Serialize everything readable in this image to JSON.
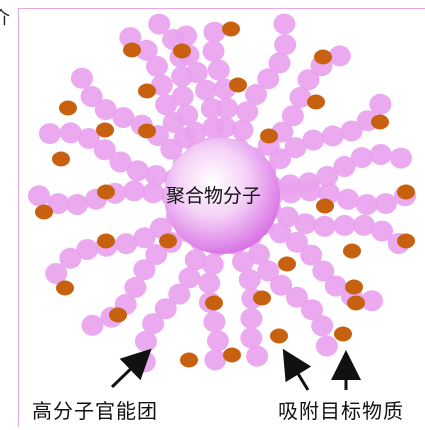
{
  "labels": {
    "core": "聚合物分子",
    "functional_groups": "高分子官能团",
    "adsorbed_targets": "吸附目标物质",
    "corner_fragment": "介"
  },
  "colors": {
    "bead": "#e9a2ef",
    "bead_stroke": "#e194ea",
    "core_center": "#ffffff",
    "core_edge": "#d76ee4",
    "target": "#c8610f",
    "frame": "#e7a8e0",
    "arrow": "#111111"
  }
}
